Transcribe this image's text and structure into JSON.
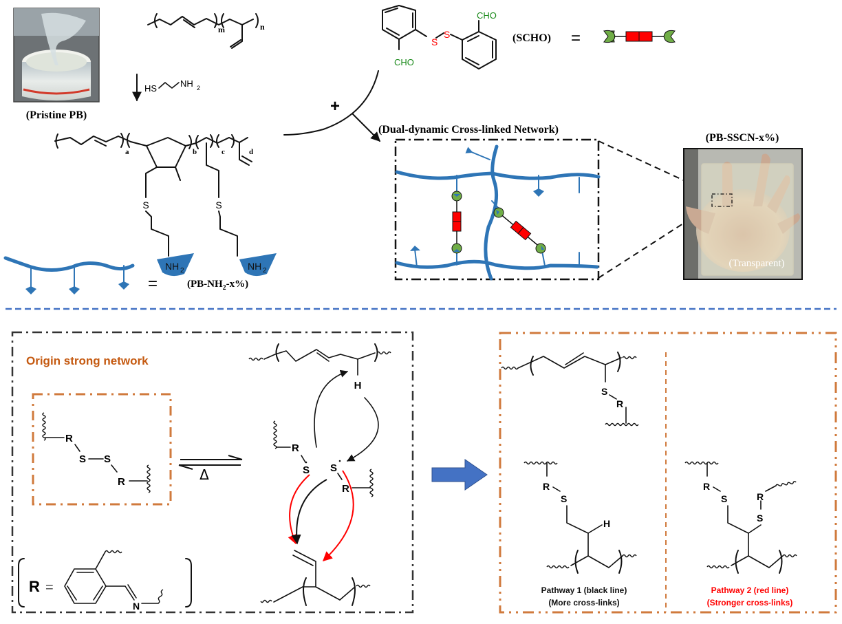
{
  "top_panel": {
    "pristine_label": "(Pristine PB)",
    "polymer_subscripts": {
      "m": "m",
      "n": "n"
    },
    "reagent": {
      "left": "HS",
      "right": "NH",
      "sub": "2"
    },
    "product_subscripts": {
      "a": "a",
      "b": "b",
      "c": "c",
      "d": "d"
    },
    "s_atom": "S",
    "nh2_main": "NH",
    "nh2_sub": "2",
    "pb_nh2_label": {
      "prefix": "(PB-NH",
      "sub": "2",
      "suffix": "-x%)"
    },
    "equals": "=",
    "plus": "+",
    "scho_label": "(SCHO)",
    "cho": "CHO",
    "network_title": "(Dual-dynamic Cross-linked Network)",
    "photo_title": "(PB-SSCN-x%)",
    "photo_caption": "(Transparent)",
    "colors": {
      "chain_blue": "#2e75b6",
      "disulfide_red": "#ff0000",
      "aldehyde_green": "#1a8a1a",
      "green_fill": "#70ad47"
    }
  },
  "divider": {
    "color": "#4472c4"
  },
  "bottom_left_panel": {
    "title": "Origin strong network",
    "title_color": "#c55a11",
    "r_label": "R",
    "s_label": "S",
    "h_label": "H",
    "n_label": "N",
    "r_def": "R",
    "equals": "=",
    "delta": "Δ"
  },
  "bottom_right_panel": {
    "border_color": "#d07a3c",
    "pathway1": {
      "line1": "Pathway 1 (black line)",
      "line2": "(More cross-links)",
      "color": "#111111"
    },
    "pathway2": {
      "line1": "Pathway 2 (red line)",
      "line2": "(Stronger cross-links)",
      "color": "#ff0000"
    }
  }
}
